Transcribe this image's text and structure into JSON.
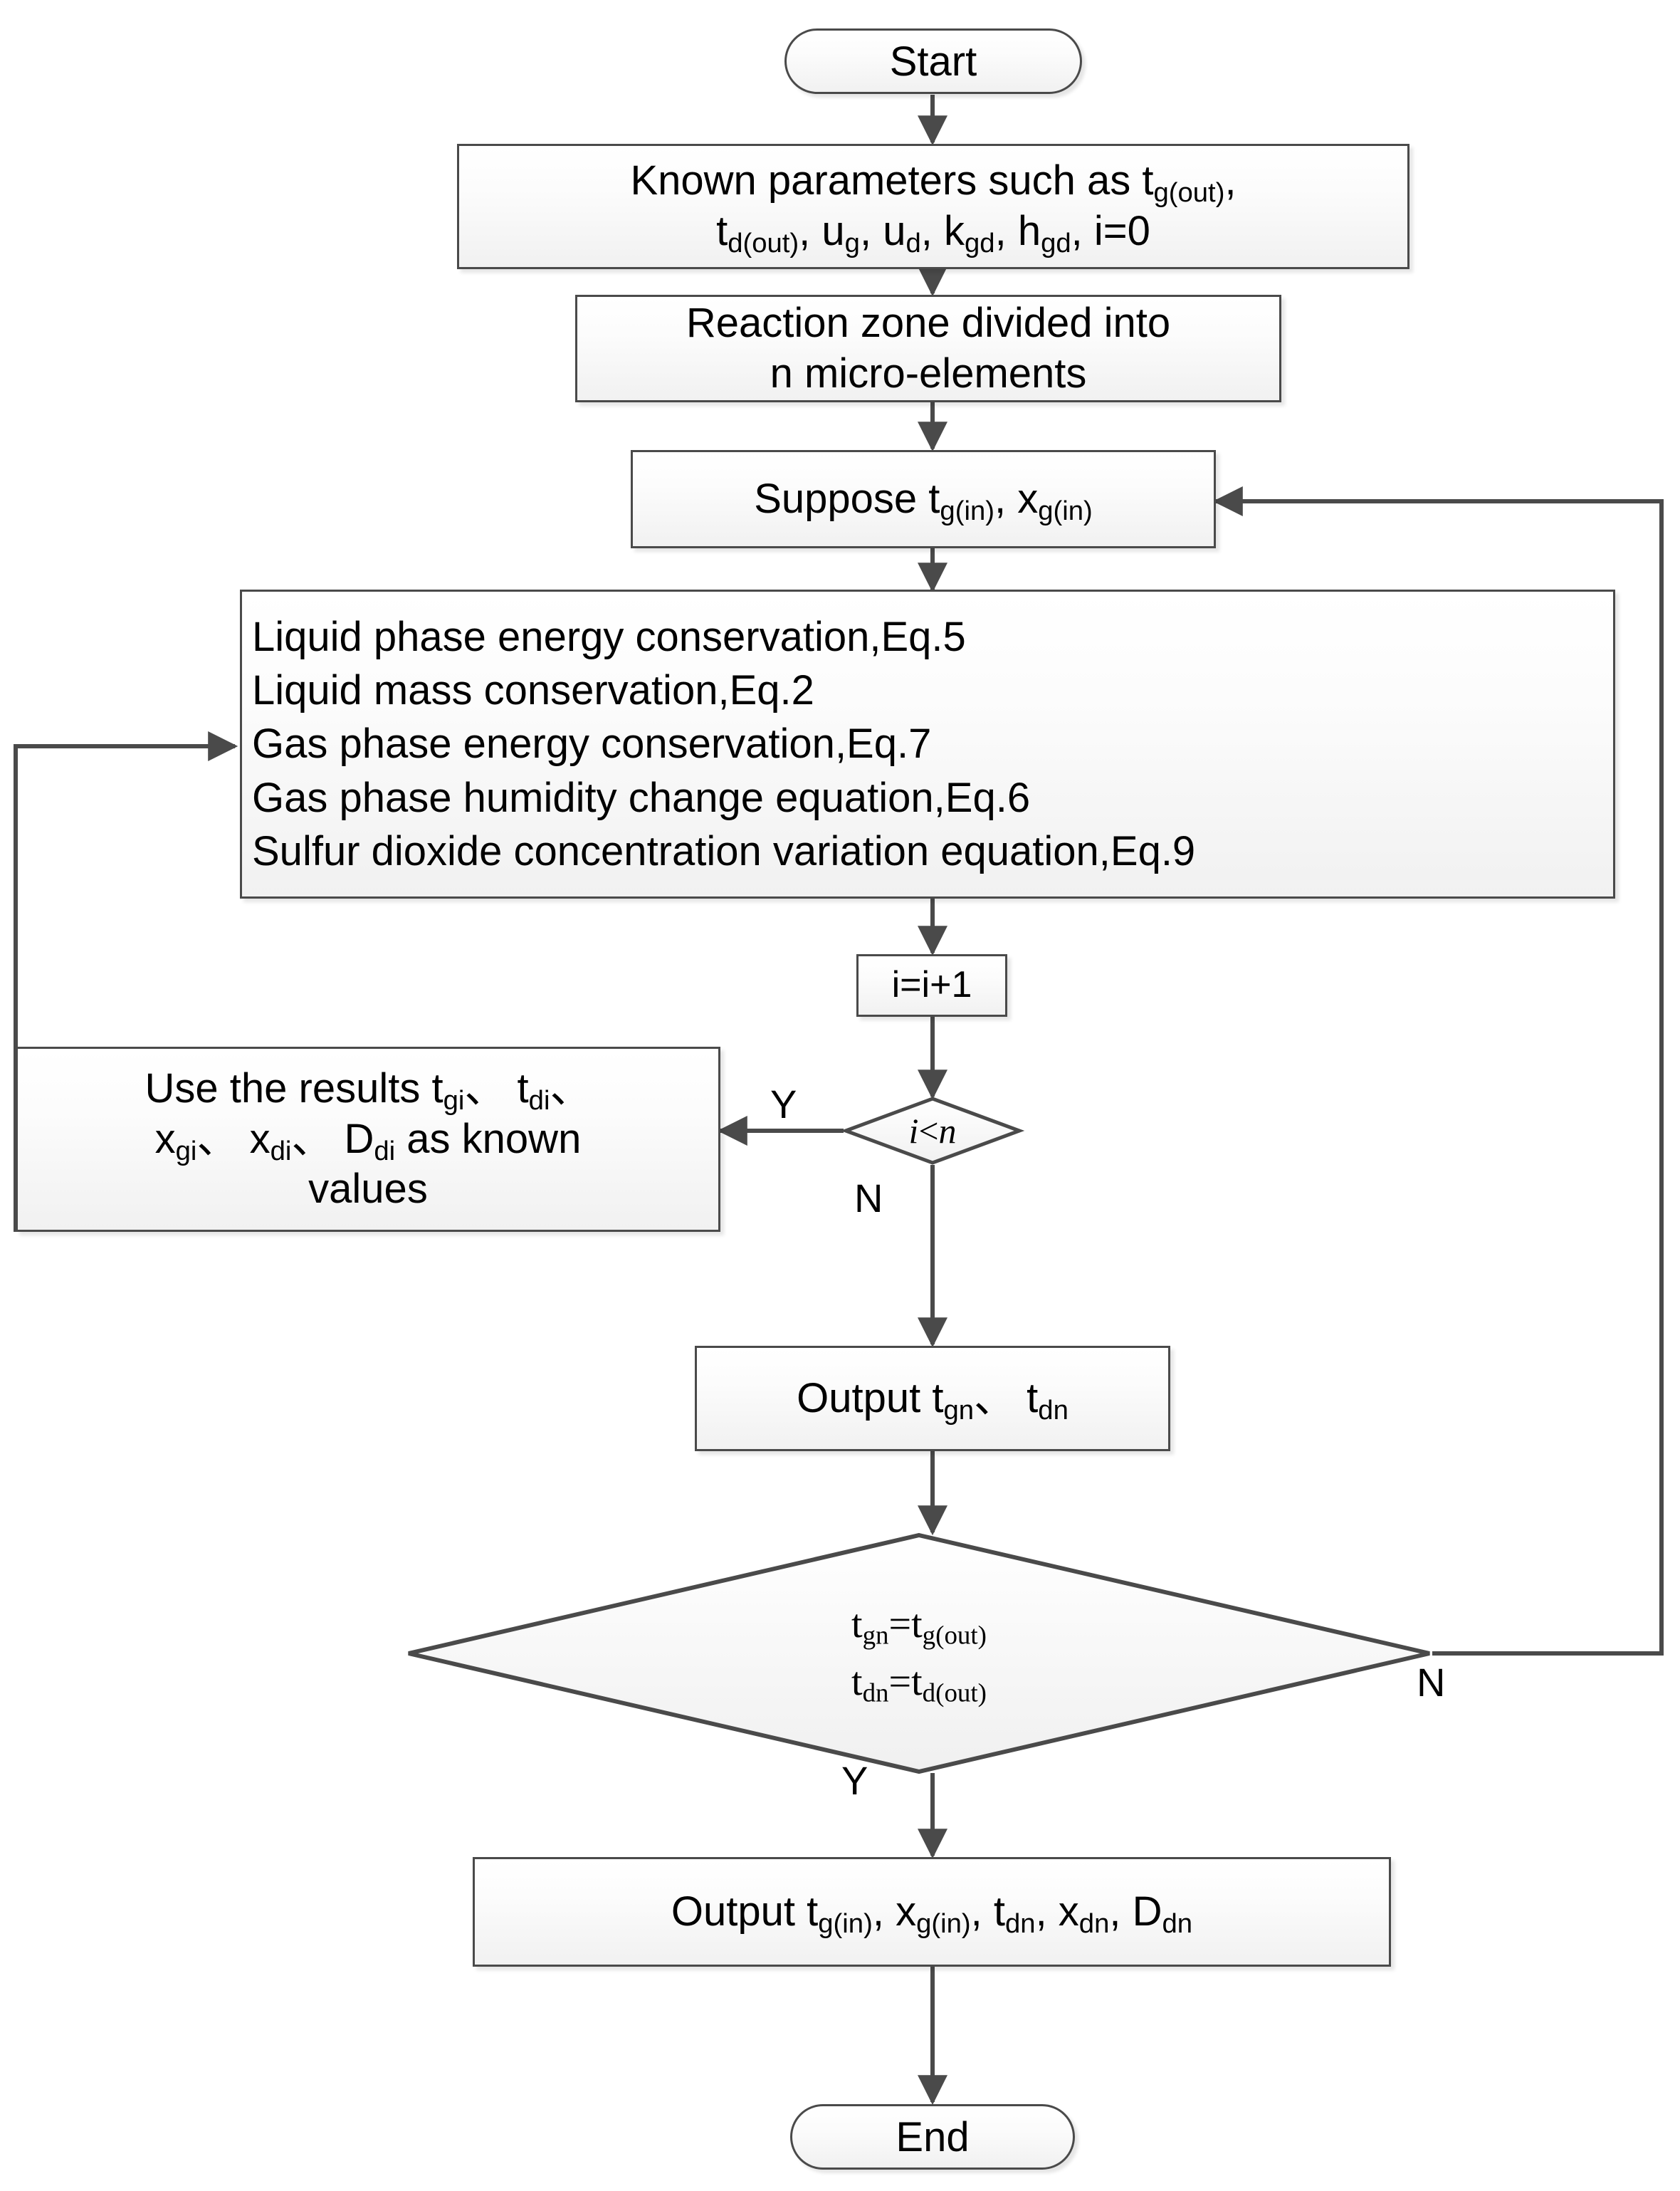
{
  "diagram": {
    "type": "flowchart",
    "title": "Calculation procedure flowchart",
    "colors": {
      "node_border": "#4a4a4a",
      "node_fill_top": "#ffffff",
      "node_fill_bottom": "#f1f1f1",
      "edge": "#4a4a4a",
      "text": "#000000",
      "background": "#ffffff"
    }
  },
  "nodes": {
    "start": {
      "shape": "terminator",
      "label": "Start"
    },
    "known_parameters": {
      "shape": "process",
      "line1_prefix": "Known parameters such as t",
      "line1_sub": "g(out)",
      "line1_suffix": ",",
      "line2": [
        {
          "base": "t",
          "sub": "d(out)",
          "after": ", "
        },
        {
          "base": "u",
          "sub": "g",
          "after": ", "
        },
        {
          "base": "u",
          "sub": "d",
          "after": ", "
        },
        {
          "base": "k",
          "sub": "gd",
          "after": ", "
        },
        {
          "base": "h",
          "sub": "gd",
          "after": ", "
        },
        {
          "base": "i=0",
          "sub": "",
          "after": ""
        }
      ]
    },
    "reaction_zone": {
      "shape": "process",
      "line1": "Reaction zone divided into",
      "line2": "n micro-elements"
    },
    "suppose": {
      "shape": "process",
      "prefix": "Suppose t",
      "sub1": "g(in)",
      "middle": ", x",
      "sub2": "g(in)"
    },
    "equations": {
      "shape": "process",
      "lines": [
        "Liquid phase energy conservation,Eq.5",
        "Liquid mass conservation,Eq.2",
        "Gas phase energy conservation,Eq.7",
        "Gas phase humidity change equation,Eq.6",
        "Sulfur dioxide concentration variation equation,Eq.9"
      ]
    },
    "increment": {
      "shape": "process",
      "label": "i=i+1"
    },
    "loop_decision": {
      "shape": "decision",
      "label_left": "i",
      "label_op": "<",
      "label_right": "n"
    },
    "use_results": {
      "shape": "process",
      "line1": [
        {
          "text": "Use the results "
        },
        {
          "base": "t",
          "sub": "gi",
          "after": "、"
        },
        {
          "base": "t",
          "sub": "di",
          "after": "、"
        }
      ],
      "line2": [
        {
          "base": "x",
          "sub": "gi",
          "after": "、"
        },
        {
          "base": "x",
          "sub": "di",
          "after": "、"
        },
        {
          "base": "D",
          "sub": "di",
          "after": " as known"
        }
      ],
      "line3": "values"
    },
    "output_t": {
      "shape": "process",
      "prefix": "Output t",
      "sub1": "gn",
      "sep": "、",
      "base2": "t",
      "sub2": "dn"
    },
    "converge_decision": {
      "shape": "decision",
      "line1": {
        "base_a": "t",
        "sub_a": "gn",
        "eq": "=",
        "base_b": "t",
        "sub_b": "g(out)"
      },
      "line2": {
        "base_a": "t",
        "sub_a": "dn",
        "eq": "=",
        "base_b": "t",
        "sub_b": "d(out)"
      }
    },
    "output_final": {
      "shape": "process",
      "prefix": "Output ",
      "items": [
        {
          "base": "t",
          "sub": "g(in)",
          "after": ", "
        },
        {
          "base": "x",
          "sub": "g(in)",
          "after": ", "
        },
        {
          "base": "t",
          "sub": "dn",
          "after": ", "
        },
        {
          "base": "x",
          "sub": "dn",
          "after": ", "
        },
        {
          "base": "D",
          "sub": "dn",
          "after": ""
        }
      ]
    },
    "end": {
      "shape": "terminator",
      "label": "End"
    }
  },
  "edge_labels": {
    "loop_yes": "Y",
    "loop_no": "N",
    "converge_yes": "Y",
    "converge_no": "N"
  }
}
